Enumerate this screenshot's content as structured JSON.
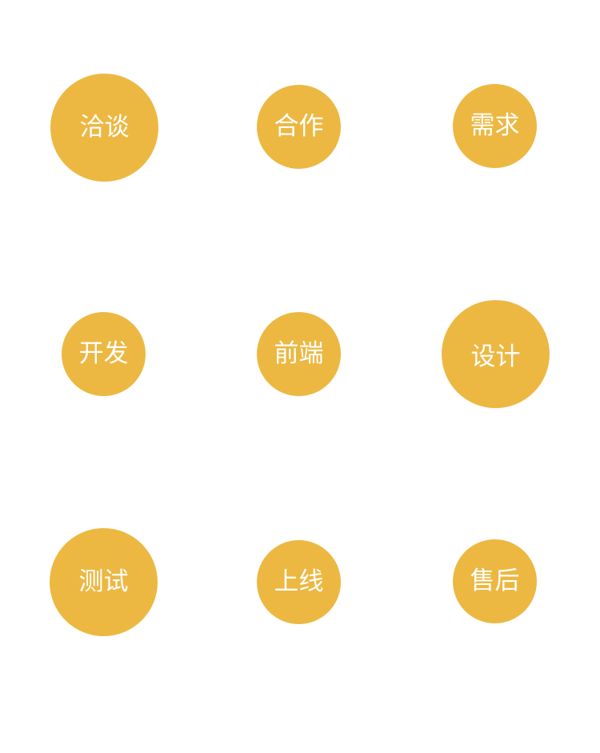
{
  "theme": {
    "circle_color": "#ECB842",
    "text_color": "#FFFFFF",
    "background": "#FFFFFF"
  },
  "steps": [
    {
      "label": "洽谈"
    },
    {
      "label": "合作"
    },
    {
      "label": "需求"
    },
    {
      "label": "开发"
    },
    {
      "label": "前端"
    },
    {
      "label": "设计"
    },
    {
      "label": "测试"
    },
    {
      "label": "上线"
    },
    {
      "label": "售后"
    }
  ]
}
